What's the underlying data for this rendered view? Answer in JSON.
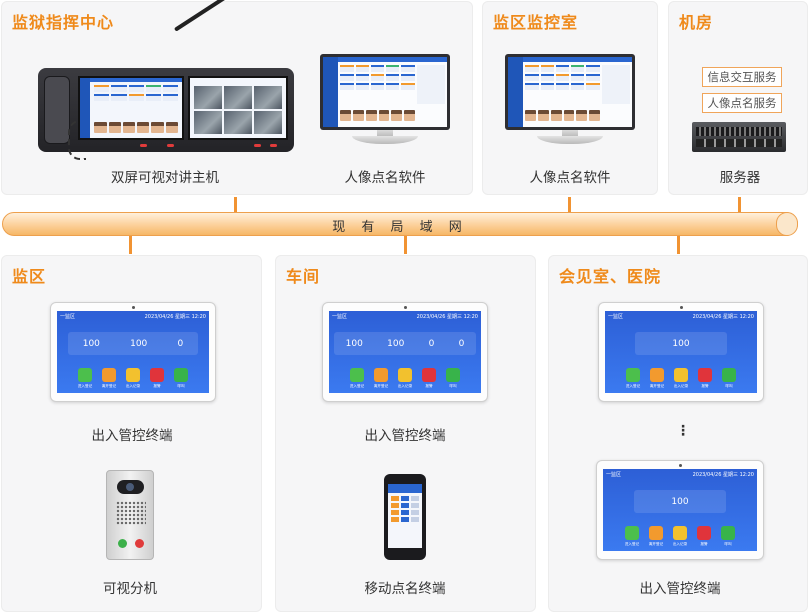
{
  "colors": {
    "title": "#ef8a1b",
    "network": "#f6b767",
    "screen_blue": "#2d5fd6",
    "accent_orange": "#f19332"
  },
  "network": {
    "label": "现 有 局 域 网"
  },
  "panels": {
    "command_center": {
      "title": "监狱指挥中心",
      "console_caption": "双屏可视对讲主机",
      "software_caption": "人像点名软件"
    },
    "monitor_room": {
      "title": "监区监控室",
      "software_caption": "人像点名软件"
    },
    "server_room": {
      "title": "机房",
      "services": [
        "信息交互服务",
        "人像点名服务"
      ],
      "server_caption": "服务器"
    },
    "prison_area": {
      "title": "监区",
      "terminal_caption": "出入管控终端",
      "door_caption": "可视分机"
    },
    "workshop": {
      "title": "车间",
      "terminal_caption": "出入管控终端",
      "mobile_caption": "移动点名终端"
    },
    "meeting_hospital": {
      "title": "会见室、医院",
      "terminal_caption": "出入管控终端",
      "ellipsis": "⋮"
    }
  },
  "terminal_screens": {
    "prison_area": {
      "left": "一监区",
      "datetime": "2023/04/26 星期三 12:20",
      "stats": [
        "100",
        "100",
        "0"
      ]
    },
    "workshop": {
      "left": "一监区",
      "datetime": "2023/04/26 星期三 12:20",
      "stats": [
        "100",
        "100",
        "0",
        "0"
      ]
    },
    "meeting_top": {
      "left": "一监区",
      "datetime": "2023/04/26 星期三 12:20",
      "stats": [
        "100"
      ]
    },
    "meeting_bottom": {
      "left": "一监区",
      "datetime": "2023/04/26 星期三 12:20",
      "stats": [
        "100"
      ]
    }
  },
  "terminal_buttons": [
    "进入登记",
    "离开登记",
    "出入记录",
    "报警",
    "呼叫"
  ],
  "icons": [
    "intercom-console-icon",
    "monitor-icon",
    "server-icon",
    "tablet-terminal-icon",
    "door-station-icon",
    "handheld-terminal-icon"
  ]
}
